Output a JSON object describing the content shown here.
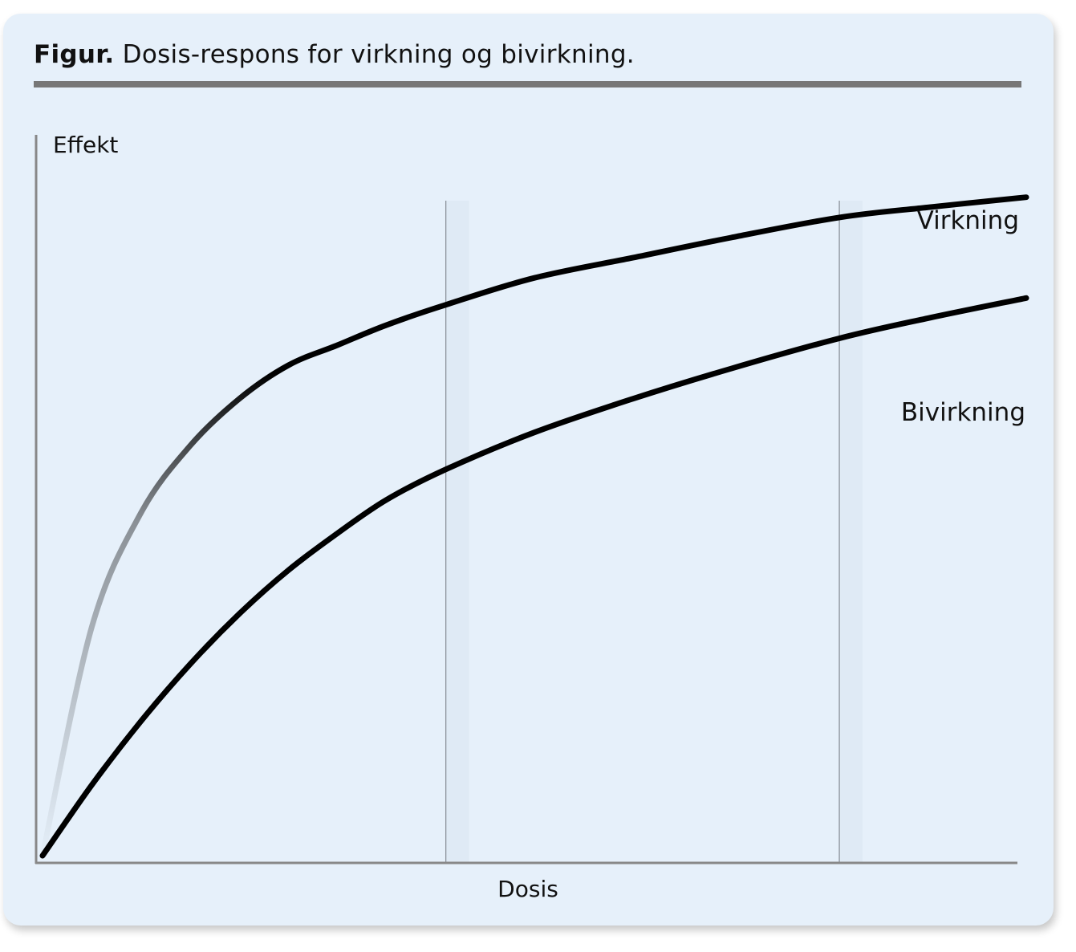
{
  "figure": {
    "label": "Figur.",
    "title": "Dosis-respons for virkning og bivirkning."
  },
  "chart_data": {
    "type": "line",
    "title": "Dosis-respons for virkning og bivirkning.",
    "xlabel": "Dosis",
    "ylabel": "Effekt",
    "xlim": [
      0,
      100
    ],
    "ylim": [
      0,
      100
    ],
    "grid": false,
    "reference_lines_x": [
      41,
      81
    ],
    "legend": "inline labels at right end of curves",
    "series": [
      {
        "name": "Virkning",
        "color": "#000000",
        "x": [
          0,
          5,
          10,
          15,
          20,
          25,
          30,
          35,
          41,
          50,
          60,
          70,
          81,
          90,
          100
        ],
        "y": [
          0,
          34,
          51,
          61,
          68,
          73,
          76,
          79,
          82,
          86,
          89,
          92,
          95,
          96.5,
          98
        ]
      },
      {
        "name": "Bivirkning",
        "color": "#000000",
        "x": [
          0,
          5,
          10,
          15,
          20,
          25,
          30,
          35,
          41,
          50,
          60,
          70,
          81,
          90,
          100
        ],
        "y": [
          0,
          10.5,
          20,
          28.5,
          36,
          42.5,
          48,
          53,
          57.5,
          63,
          68,
          72.5,
          77,
          80,
          83
        ]
      }
    ]
  }
}
